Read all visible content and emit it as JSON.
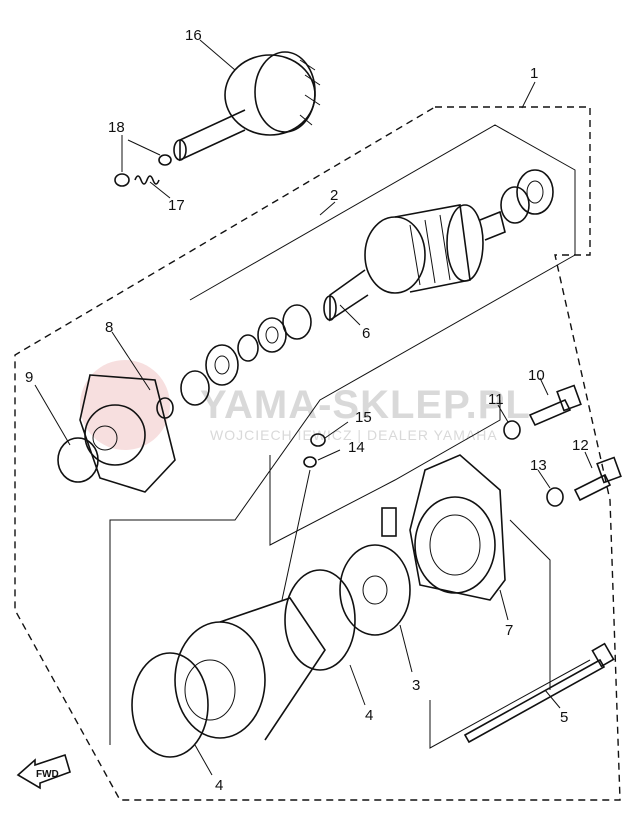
{
  "watermark": {
    "brand": "YAMA-SKLEP.PL",
    "tagline": "WOJCIECH  IEWICZ | DEALER YAMAHA"
  },
  "fwd_label": "FWD",
  "callouts": {
    "c1": "1",
    "c2": "2",
    "c3": "3",
    "c4a": "4",
    "c4b": "4",
    "c5": "5",
    "c6": "6",
    "c7": "7",
    "c8": "8",
    "c9": "9",
    "c10": "10",
    "c11": "11",
    "c12": "12",
    "c13": "13",
    "c14": "14",
    "c15": "15",
    "c16": "16",
    "c17": "17",
    "c18": "18"
  },
  "colors": {
    "ink": "#111111",
    "watermark": "#d9d9d9",
    "logo": "#f2c9c9"
  }
}
